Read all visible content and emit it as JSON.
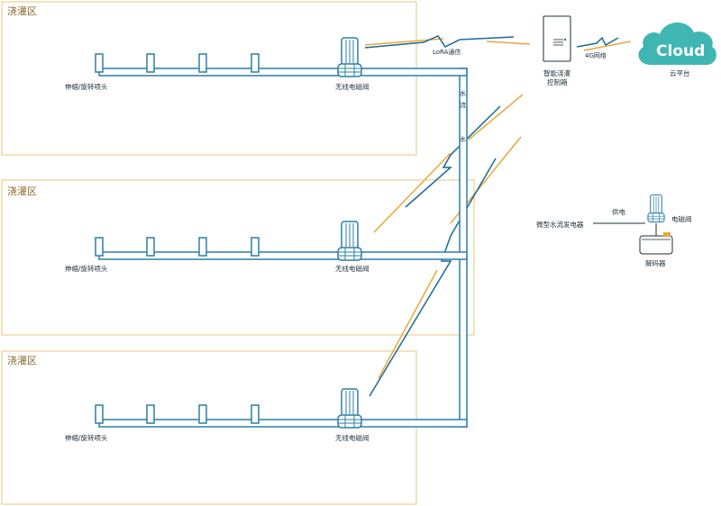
{
  "zones": [
    {
      "title": "浇灌区",
      "sprinkler_label": "伸缩/旋转喷头",
      "valve_label": "无线电磁阀"
    },
    {
      "title": "浇灌区",
      "sprinkler_label": "伸缩/旋转喷头",
      "valve_label": "无线电磁阀"
    },
    {
      "title": "浇灌区",
      "sprinkler_label": "伸缩/旋转喷头",
      "valve_label": "无线电磁阀"
    }
  ],
  "flow_label": [
    "水",
    "流"
  ],
  "flow_label_2": "水",
  "lora_label": "LoRA通信",
  "controller": {
    "line1": "智能浇灌",
    "line2": "控制箱"
  },
  "network_label": "4G网络",
  "cloud": {
    "text": "Cloud",
    "label": "云平台"
  },
  "legend": {
    "power_label": "供电",
    "generator_label": "微型水流发电器",
    "valve_label": "电磁阀",
    "decoder_label": "解码器"
  },
  "colors": {
    "pipe": "#2a7fa6",
    "pipe_fill": "#ffffff",
    "zone_border": "#e8c67a",
    "signal_blue": "#1a6b96",
    "signal_orange": "#e8a93a",
    "cloud": "#3fb6b2",
    "text": "#1f2f3a"
  },
  "icons": [
    "sprinkler-icon",
    "valve-icon",
    "controller-box-icon",
    "cloud-icon",
    "decoder-icon",
    "lightning-icon"
  ]
}
